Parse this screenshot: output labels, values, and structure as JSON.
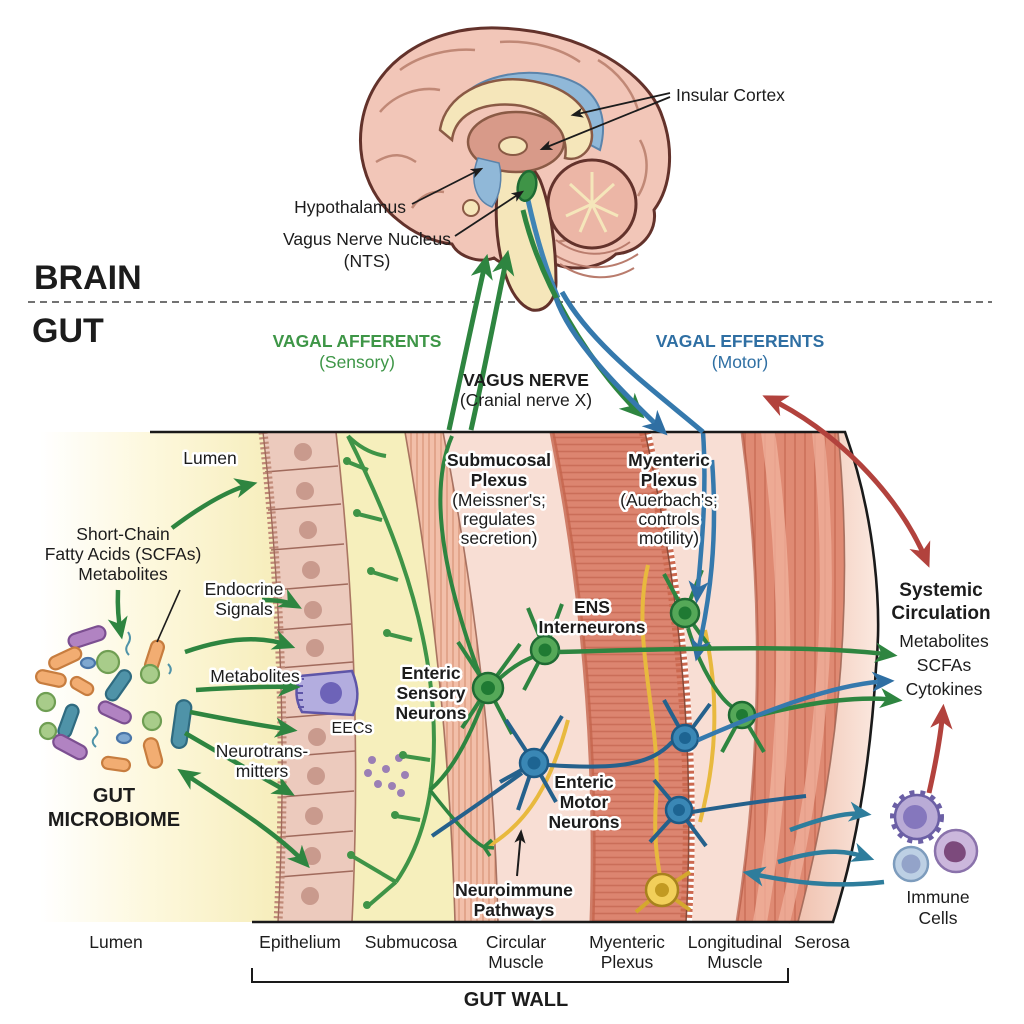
{
  "zones": {
    "brain": "BRAIN",
    "gut": "GUT"
  },
  "brain": {
    "insular_cortex": "Insular Cortex",
    "hypothalamus": "Hypothalamus",
    "vagus_nucleus_line1": "Vagus Nerve Nucleus",
    "vagus_nucleus_line2": "(NTS)"
  },
  "vagus": {
    "afferents_line1": "VAGAL AFFERENTS",
    "afferents_line2": "(Sensory)",
    "nerve_line1": "VAGUS NERVE",
    "nerve_line2": "(Cranial nerve X)",
    "efferents_line1": "VAGAL EFFERENTS",
    "efferents_line2": "(Motor)"
  },
  "lumen_top_label": "Lumen",
  "microbiome": {
    "label_line1": "GUT",
    "label_line2": "MICROBIOME",
    "signals": {
      "scfa_line1": "Short-Chain",
      "scfa_line2": "Fatty Acids (SCFAs)",
      "scfa_line3": "Metabolites",
      "endocrine_line1": "Endocrine",
      "endocrine_line2": "Signals",
      "metabolites": "Metabolites",
      "neurotransmitters_line1": "Neurotrans-",
      "neurotransmitters_line2": "mitters"
    }
  },
  "gut_wall": {
    "submucosal_plexus": [
      "Submucosal",
      "Plexus",
      "(Meissner's;",
      "regulates",
      "secretion)"
    ],
    "myenteric_plexus": [
      "Myenteric",
      "Plexus",
      "(Auerbach's;",
      "controls",
      "motility)"
    ],
    "eecs": "EECs",
    "sensory_neurons": [
      "Enteric",
      "Sensory",
      "Neurons"
    ],
    "interneurons": [
      "ENS",
      "Interneurons"
    ],
    "motor_neurons": [
      "Enteric",
      "Motor",
      "Neurons"
    ],
    "neuroimmune": [
      "Neuroimmune",
      "Pathways"
    ]
  },
  "systemic": {
    "title_line1": "Systemic",
    "title_line2": "Circulation",
    "items": [
      "Metabolites",
      "SCFAs",
      "Cytokines"
    ],
    "immune_line1": "Immune",
    "immune_line2": "Cells"
  },
  "layer_axis": {
    "lumen": "Lumen",
    "epithelium": "Epithelium",
    "submucosa": "Submucosa",
    "circular": [
      "Circular",
      "Muscle"
    ],
    "myenteric": [
      "Myenteric",
      "Plexus"
    ],
    "longitudinal": [
      "Longitudinal",
      "Muscle"
    ],
    "serosa": "Serosa",
    "bracket_label": "GUT WALL"
  },
  "colors": {
    "afferent_green": "#3e9647",
    "efferent_blue": "#2f6fa3",
    "systemic_red": "#b2423d",
    "neuron_green": "#55a858",
    "neuron_blue": "#3a87b5",
    "neuron_yellow": "#f2cf5a",
    "muscle_salmon": "#dc8570",
    "lumen_yellow": "#f7efbe",
    "brain_pink": "#f2c6b8",
    "brain_blue": "#90b8d8",
    "text_black": "#1c1c1c"
  }
}
